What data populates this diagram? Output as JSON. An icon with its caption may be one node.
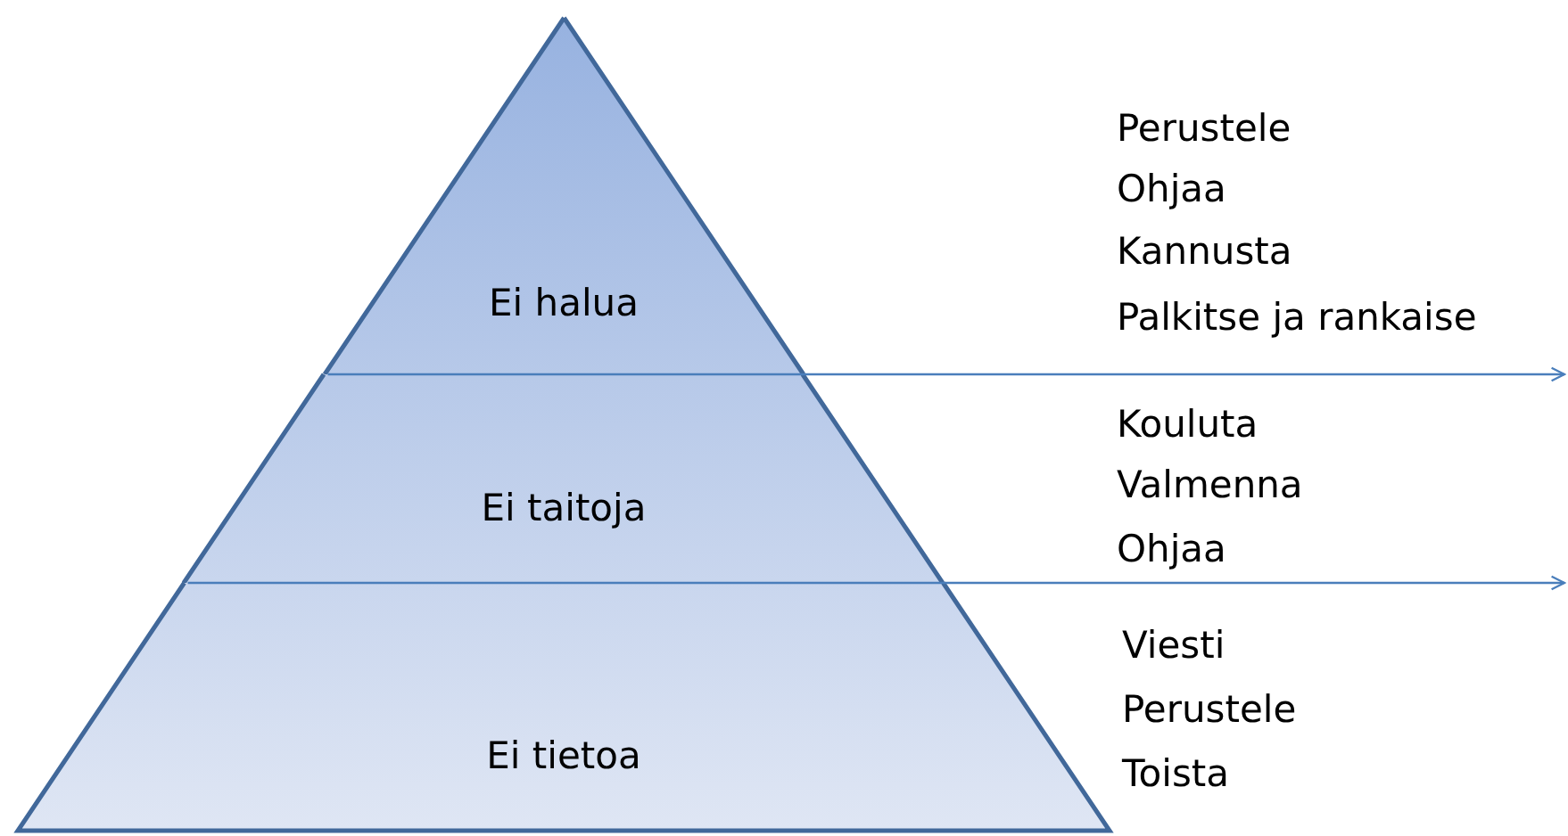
{
  "diagram": {
    "nodes": [
      {
        "text": [
          "Ei halua"
        ]
      },
      {
        "text": [
          "Ei taitoja"
        ]
      },
      {
        "text": [
          "Ei tietoa"
        ]
      }
    ],
    "edges": [
      {
        "from": 0,
        "to": null,
        "arrow": "to"
      },
      {
        "from": 1,
        "to": null,
        "arrow": "to"
      }
    ],
    "labels": [
      "Perustele",
      "Ohjaa",
      "Kannusta",
      "Palkitse ja rankaise",
      "Kouluta",
      "Valmenna",
      "Ohjaa",
      "Viesti",
      "Perustele",
      "Toista"
    ]
  }
}
